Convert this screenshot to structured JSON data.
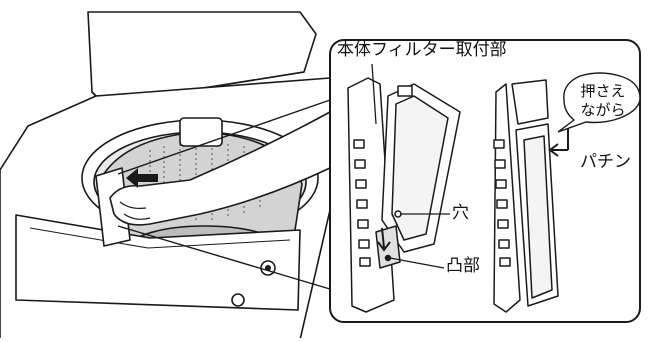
{
  "callout": {
    "title": "本体フィルター取付部",
    "bubble_line1": "押さえ",
    "bubble_line2": "ながら",
    "hole_label": "穴",
    "boss_label": "凸部",
    "click_label": "パチン"
  },
  "colors": {
    "outline": "#1a1a1a",
    "machine_body": "#ffffff",
    "drum_gray": "#cfcfcf",
    "shade_gray": "#9a9a9a",
    "background": "#ffffff"
  },
  "icons": [
    "push-arrow-icon",
    "press-arrow-icon",
    "down-arrow-icon"
  ]
}
